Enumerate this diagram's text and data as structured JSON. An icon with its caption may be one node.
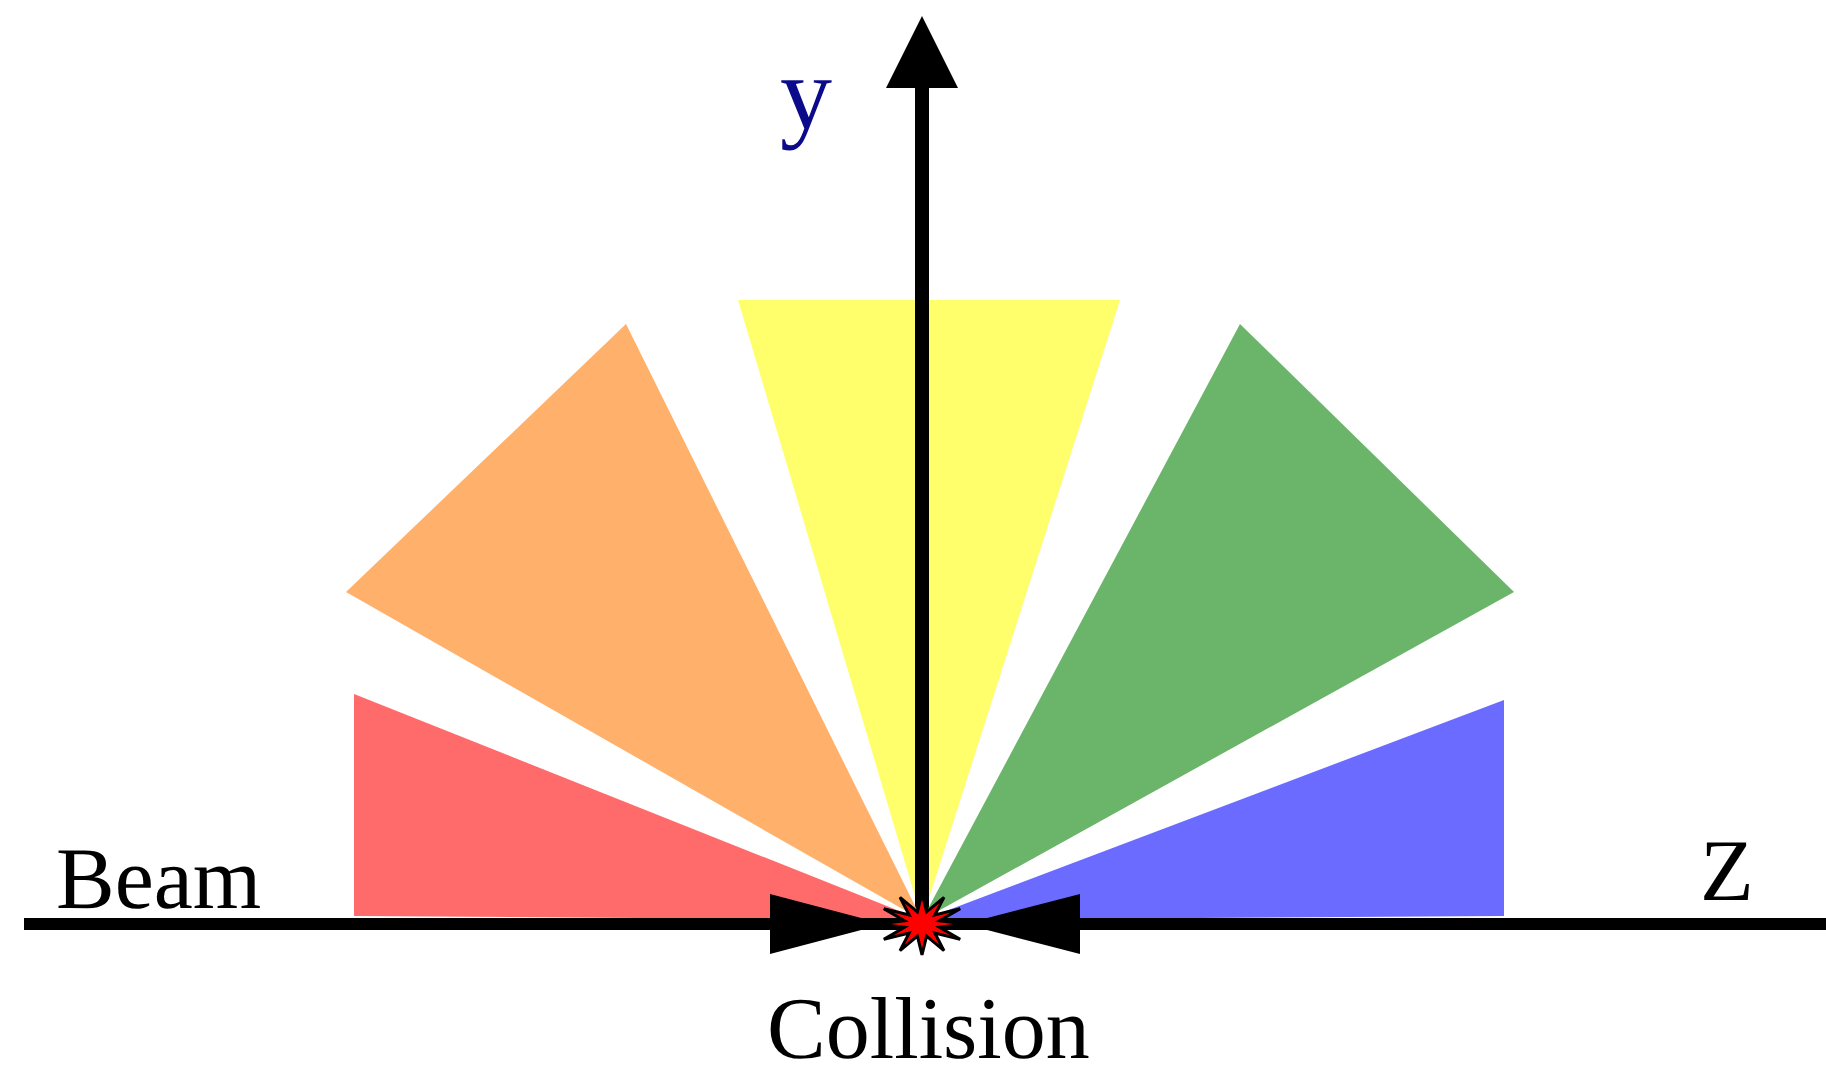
{
  "diagram": {
    "nodes": [
      {
        "text": [],
        "shape": "star",
        "beside": [
          "Collision"
        ]
      }
    ],
    "labels": [
      "y",
      "Beam",
      "Z"
    ]
  }
}
